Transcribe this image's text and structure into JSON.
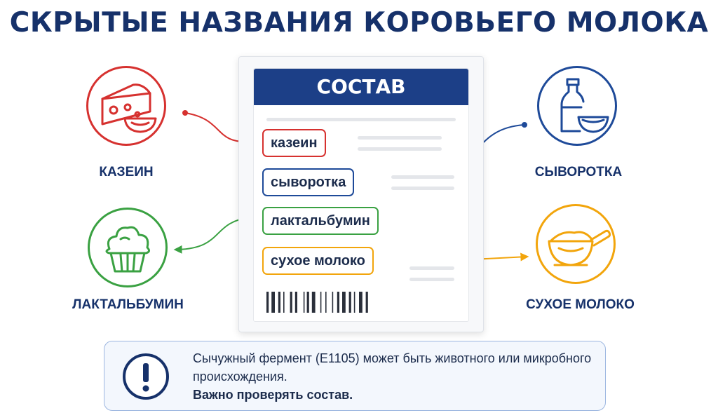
{
  "title": "СКРЫТЫЕ НАЗВАНИЯ КОРОВЬЕГО МОЛОКА",
  "document": {
    "header": "СОСТАВ",
    "items": [
      {
        "label": "казеин",
        "color": "#d6312f"
      },
      {
        "label": "сыворотка",
        "color": "#1e4a99"
      },
      {
        "label": "лактальбумин",
        "color": "#3aa142"
      },
      {
        "label": "сухое молоко",
        "color": "#f2a50c"
      }
    ]
  },
  "sides": {
    "casein": {
      "label": "КАЗЕИН",
      "icon": "cheese-bowl-icon",
      "color": "#d6312f"
    },
    "whey": {
      "label": "СЫВОРОТКА",
      "icon": "milk-bottle-bowl-icon",
      "color": "#1e4a99"
    },
    "lactalbumin": {
      "label": "ЛАКТАЛЬБУМИН",
      "icon": "muffin-icon",
      "color": "#3aa142"
    },
    "milk_powder": {
      "label": "СУХОЕ МОЛОКО",
      "icon": "powder-scoop-icon",
      "color": "#f2a50c"
    }
  },
  "notice": {
    "icon": "exclamation-icon",
    "text": "Сычужный фермент (E1105) может быть животного или микробного происхождения.",
    "emphasis": "Важно проверять состав."
  }
}
